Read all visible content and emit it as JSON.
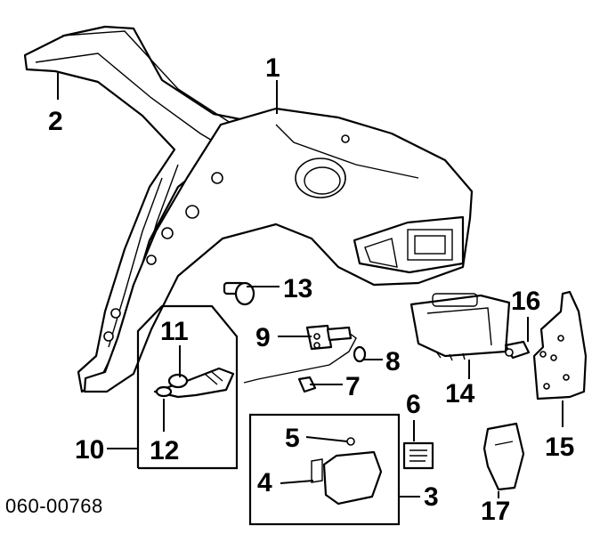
{
  "diagram": {
    "code": "060-00768",
    "callouts": {
      "c1": "1",
      "c2": "2",
      "c3": "3",
      "c4": "4",
      "c5": "5",
      "c6": "6",
      "c7": "7",
      "c8": "8",
      "c9": "9",
      "c10": "10",
      "c11": "11",
      "c12": "12",
      "c13": "13",
      "c14": "14",
      "c15": "15",
      "c16": "16",
      "c17": "17"
    }
  }
}
